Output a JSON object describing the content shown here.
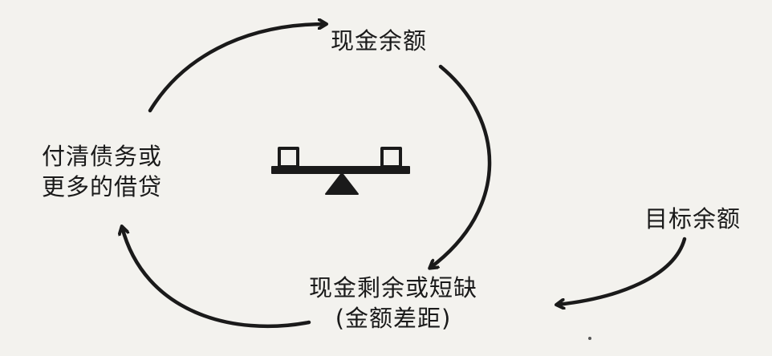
{
  "diagram": {
    "nodes": {
      "cash_balance": "现金余额",
      "pay_or_borrow": [
        "付清债务或",
        "更多的借贷"
      ],
      "surplus_or_shortage": [
        "现金剩余或短缺",
        "(金额差距)"
      ],
      "target_balance": "目标余额"
    },
    "edges": [
      {
        "from": "pay_or_borrow",
        "to": "cash_balance"
      },
      {
        "from": "cash_balance",
        "to": "surplus_or_shortage"
      },
      {
        "from": "surplus_or_shortage",
        "to": "pay_or_borrow"
      },
      {
        "from": "target_balance",
        "to": "surplus_or_shortage"
      }
    ],
    "center_icon": "balance-scale-icon",
    "ink_color": "#1a1a1a",
    "background_color": "#f3f2ee"
  }
}
